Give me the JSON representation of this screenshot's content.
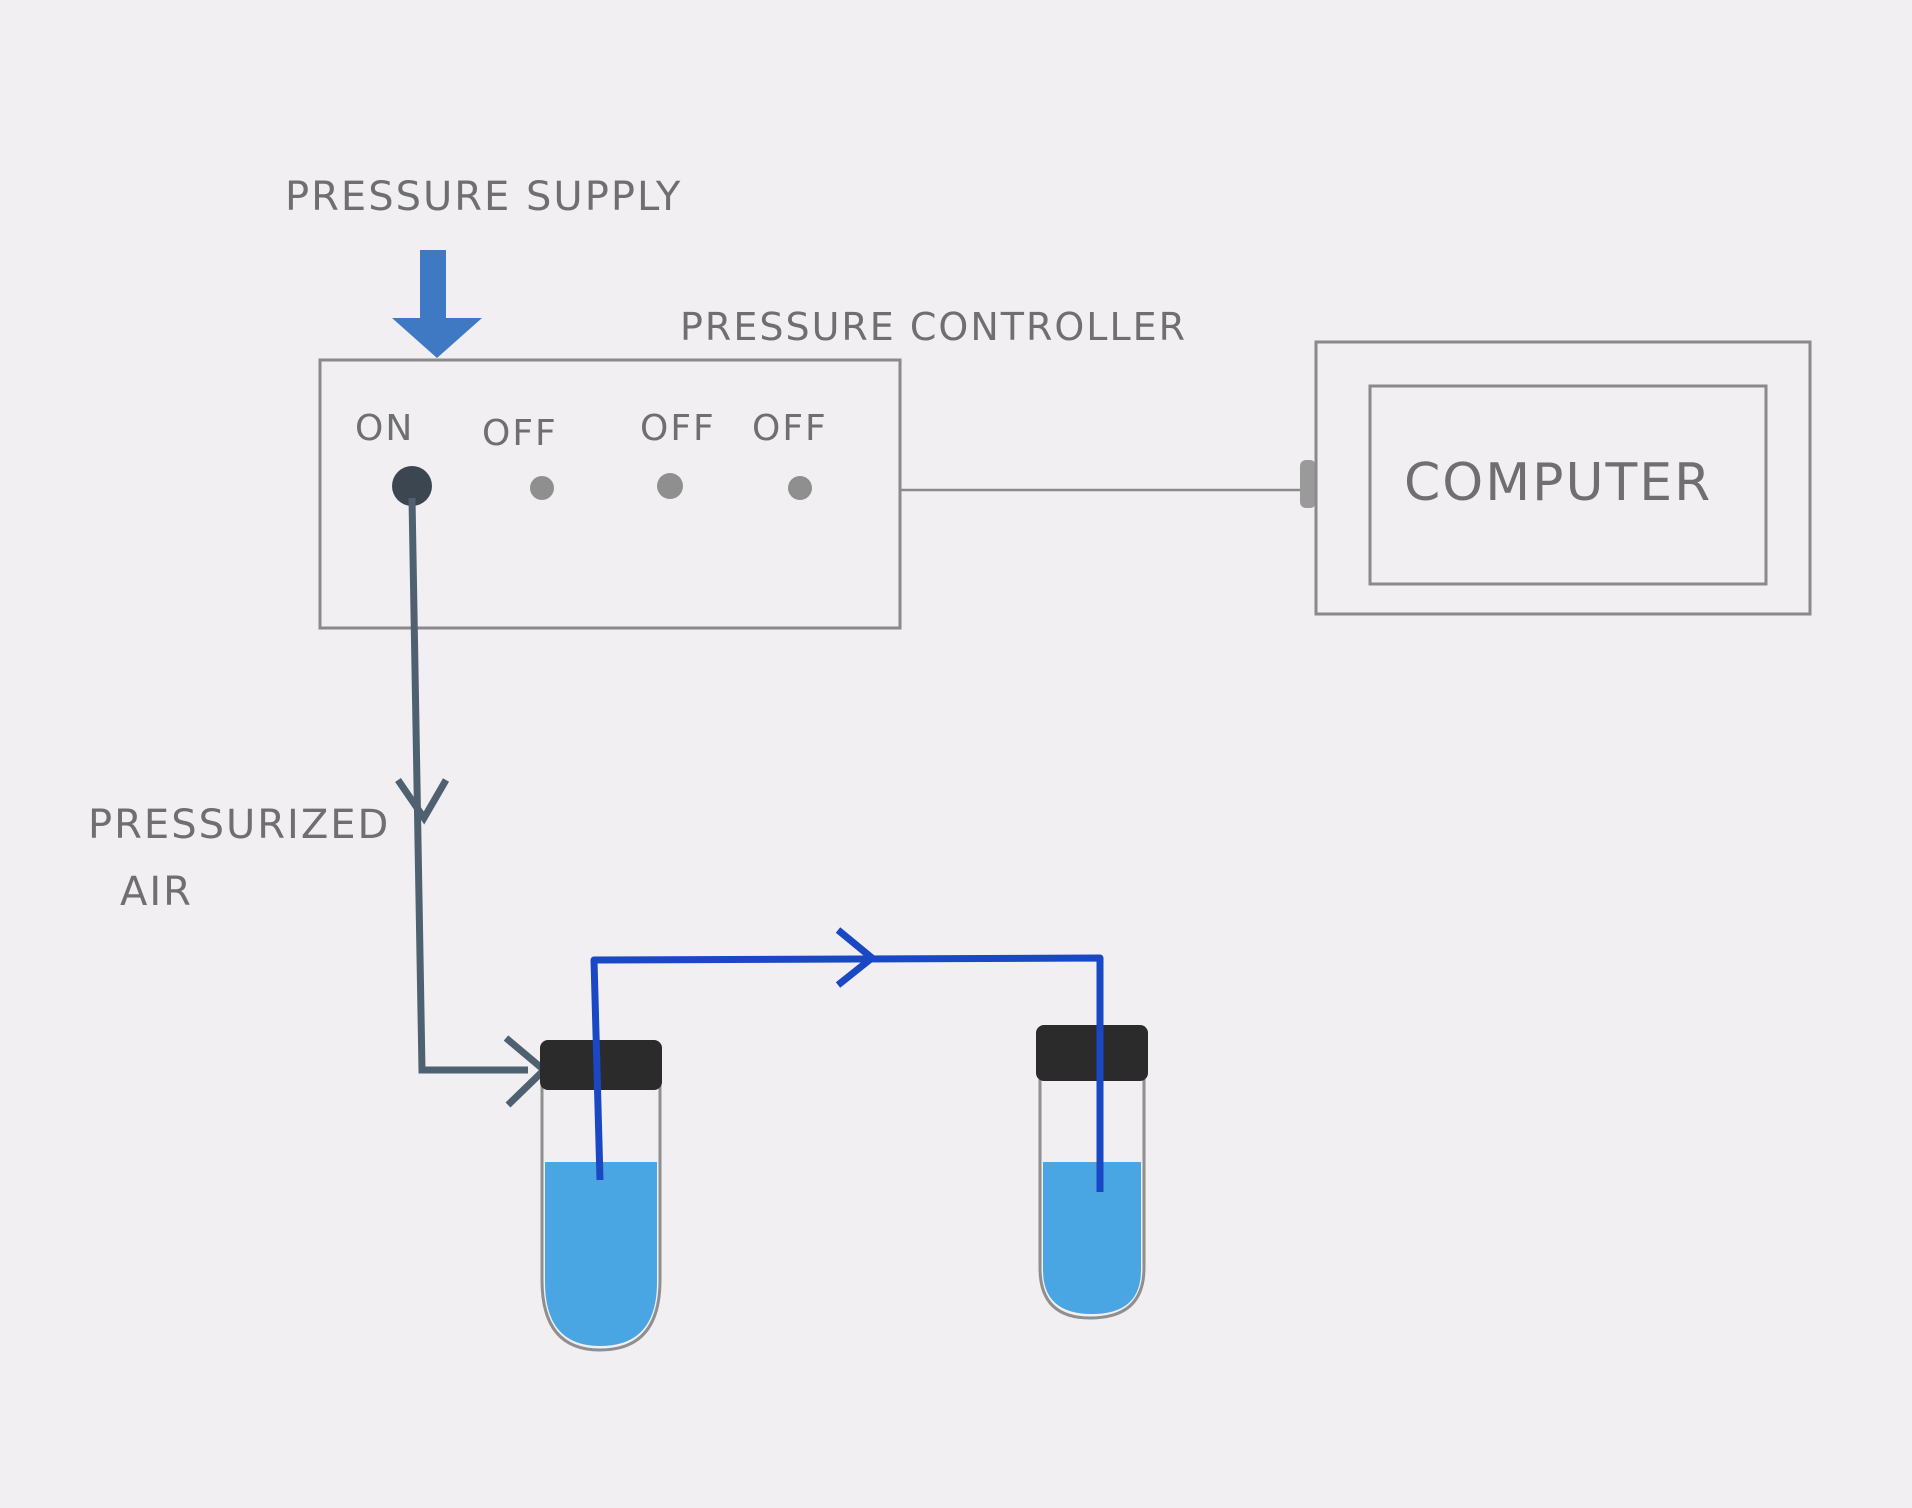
{
  "labels": {
    "pressure_supply": "PRESSURE SUPPLY",
    "pressure_controller": "PRESSURE CONTROLLER",
    "computer": "COMPUTER",
    "pressurized_air_line1": "PRESSURIZED",
    "pressurized_air_line2": "AIR"
  },
  "valves": [
    {
      "state": "ON"
    },
    {
      "state": "OFF"
    },
    {
      "state": "OFF"
    },
    {
      "state": "OFF"
    }
  ],
  "colors": {
    "paper": "#f1eff2",
    "pencil": "#8a8a8a",
    "air_line": "#4f6170",
    "tube_line": "#1a47c4",
    "liquid": "#4aa6e2",
    "cap": "#2b2b2b",
    "arrow_supply": "#3f79c4"
  },
  "icons": {
    "supply_arrow": "down-arrow-icon",
    "flow_arrow": "chevron-right-icon",
    "air_arrow": "chevron-down-icon"
  }
}
